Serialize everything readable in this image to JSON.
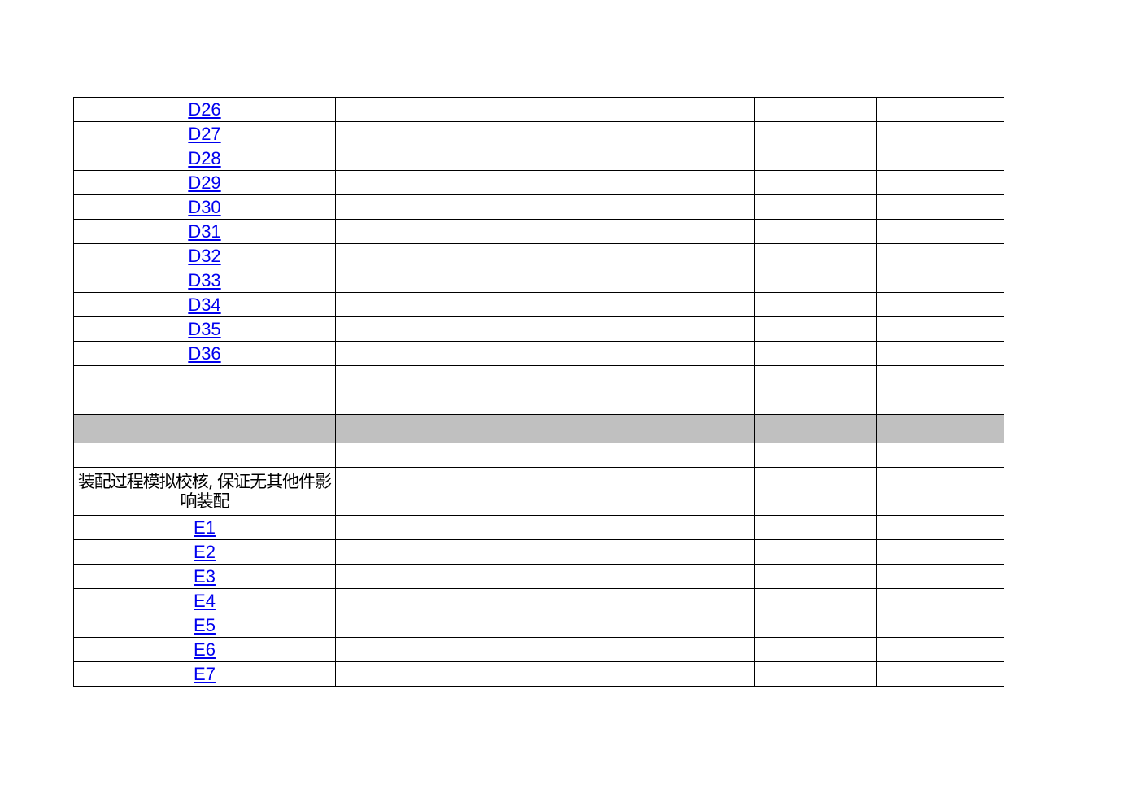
{
  "sheet": {
    "rows_top": [
      "D26",
      "D27",
      "D28",
      "D29",
      "D30",
      "D31",
      "D32",
      "D33",
      "D34",
      "D35",
      "D36",
      "",
      ""
    ],
    "note": "装配过程模拟校核, 保证无其他件影响装配",
    "rows_bottom": [
      "E1",
      "E2",
      "E3",
      "E4",
      "E5",
      "E6",
      "E7"
    ]
  },
  "colors": {
    "link": "#0000ee",
    "gray_row": "#c0c0c0",
    "grid": "#000000"
  }
}
